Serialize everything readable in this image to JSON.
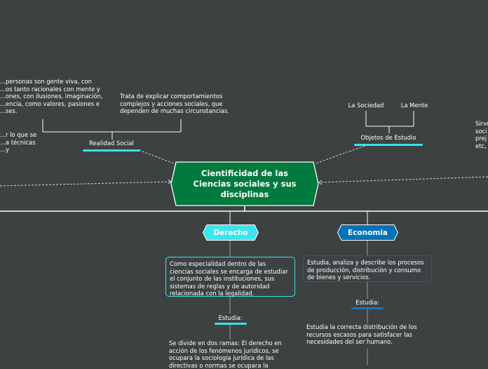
{
  "central": {
    "title": "Cientificidad de las Ciencias sociales y sus disciplinas"
  },
  "left_branch": {
    "text_personas": "...personas son gente viva, con\n...os tanto racionales con mente y\n...ones, con ilusiones, imaginación,\n...encia, como valores, pasiones e\n...ses.",
    "text_explicar": "Trata de explicar comportamientos\ncomplejos y acciones sociales, que\ndependen de muchas circunstancias.",
    "text_tecnicas": "...r lo que se\n...a técnicas\n...y",
    "realidad_social": "Realidad Social"
  },
  "right_branch": {
    "la_sociedad": "La Sociedad",
    "la_mente": "La Mente",
    "objetos_estudio": "Objetos de Estudio",
    "text_sirve": "Sirve\nsoci\nprej\netc,"
  },
  "derecho": {
    "title": "Derecho",
    "description": "Como especialidad dentro de las\nciencias sociales se encarga de estudiar\nel conjunto de las instituciones, sus\nsistemas de reglas y de autoridad\nrelacionada con la legalidad.",
    "estudia": "Estudia:",
    "estudia_text": "Se divide en dos ramas: El derecho en\nacción de los fenómenos jurídicos, se\nocupara la sociología jurídica de las\ndirectivas o normas se ocupara la"
  },
  "economia": {
    "title": "Economia",
    "description": "Estudia, analiza y describe los procesos\nde producción, distribución y consumo\nde bienes y servicios.",
    "estudia": "Estudia:",
    "estudia_text": "Estudia la correcta distribución de los\nrecursos escasos para satisfacer las\nnecesidades del ser humano."
  },
  "colors": {
    "background": "#3d4142",
    "central_fill": "#007a3d",
    "derecho_fill": "#3be4f0",
    "economia_fill": "#0072b5",
    "accent_cyan": "#39e2ea",
    "accent_blue": "#1f78b4",
    "line": "#ffffff"
  }
}
